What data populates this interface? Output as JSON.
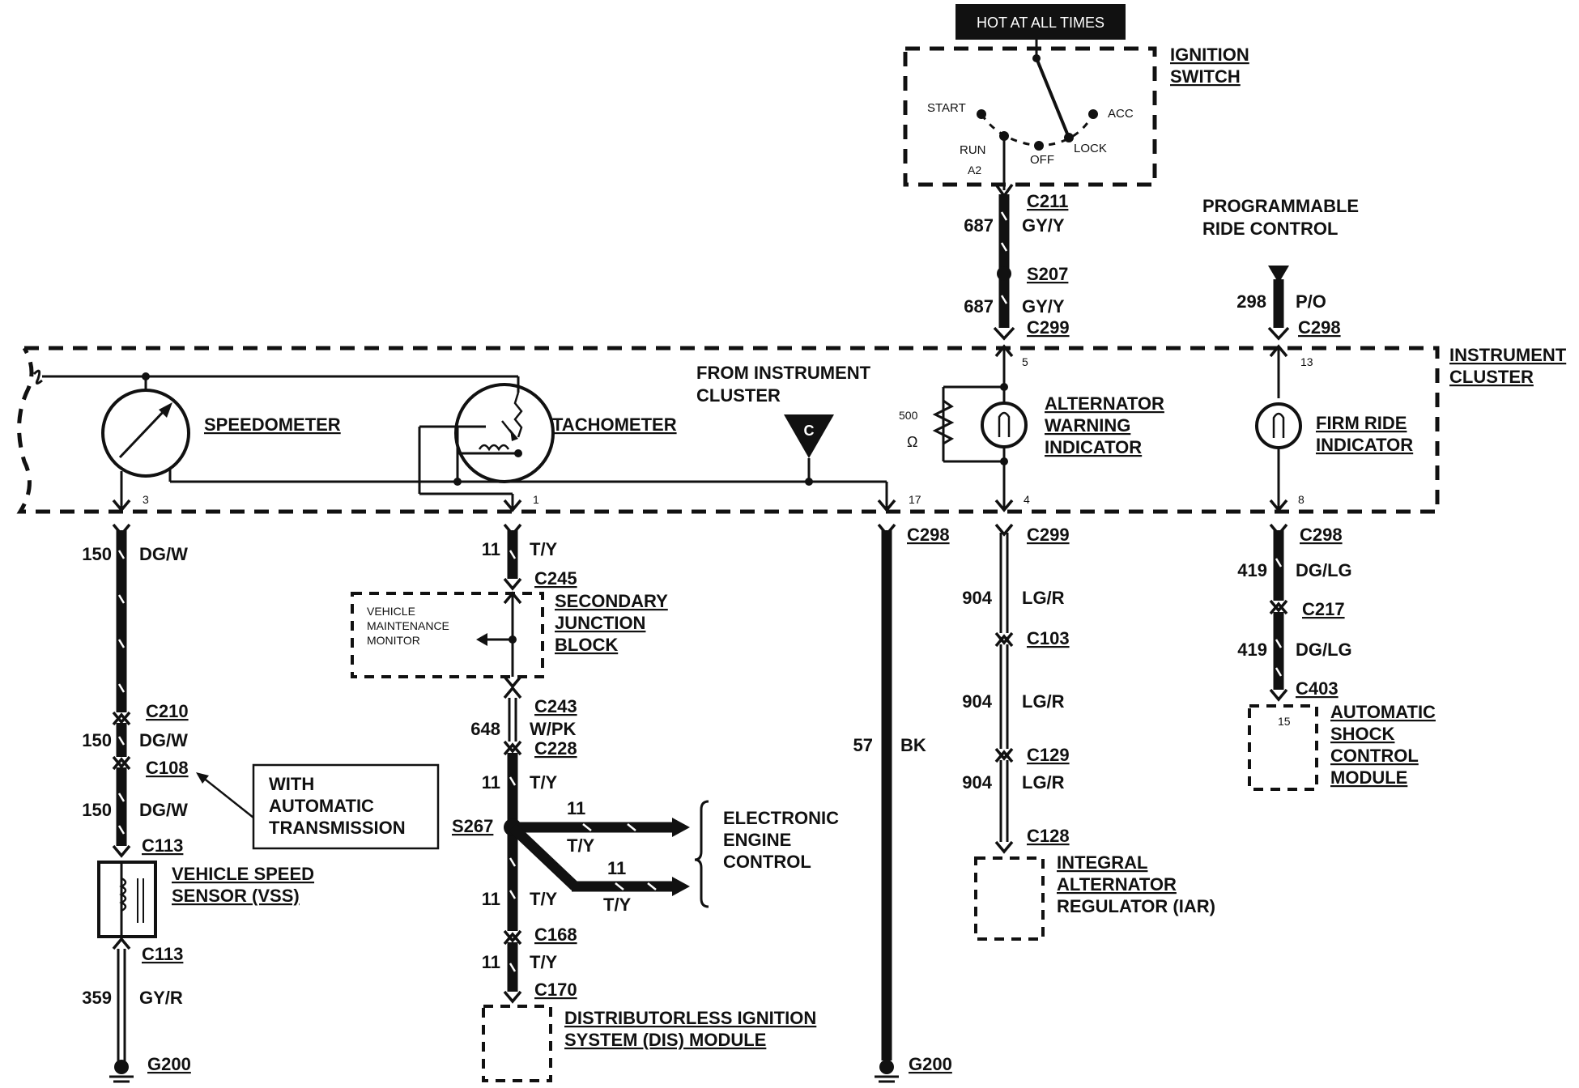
{
  "hot_label": "HOT AT ALL TIMES",
  "ignition": {
    "title1": "IGNITION",
    "title2": "SWITCH",
    "start": "START",
    "acc": "ACC",
    "run": "RUN",
    "off": "OFF",
    "lock": "LOCK",
    "run_sub": "A2"
  },
  "prog_ride": {
    "line1": "PROGRAMMABLE",
    "line2": "RIDE CONTROL"
  },
  "cluster": {
    "line1": "INSTRUMENT",
    "line2": "CLUSTER"
  },
  "from_cluster": {
    "line1": "FROM INSTRUMENT",
    "line2": "CLUSTER",
    "marker": "C"
  },
  "gauges": {
    "speedometer": "SPEEDOMETER",
    "tachometer": "TACHOMETER"
  },
  "alternator": {
    "line1": "ALTERNATOR",
    "line2": "WARNING",
    "line3": "INDICATOR",
    "res_value": "500",
    "res_unit": "Ω"
  },
  "firm_ride": {
    "line1": "FIRM RIDE",
    "line2": "INDICATOR"
  },
  "pins": {
    "p3": "3",
    "p1": "1",
    "p17": "17",
    "p4": "4",
    "p8": "8",
    "p5": "5",
    "p13": "13",
    "p15": "15"
  },
  "connectors": {
    "c211": "C211",
    "s207": "S207",
    "c299_top": "C299",
    "c298_top": "C298",
    "c298_bk": "C298",
    "c299_bot": "C299",
    "c298_bot": "C298",
    "c245": "C245",
    "c243": "C243",
    "c228": "C228",
    "s267": "S267",
    "c168": "C168",
    "c170": "C170",
    "c210": "C210",
    "c108": "C108",
    "c113_top": "C113",
    "c113_bot": "C113",
    "c103": "C103",
    "c129": "C129",
    "c128": "C128",
    "c217": "C217",
    "c403": "C403",
    "g200_left": "G200",
    "g200_right": "G200"
  },
  "wires": {
    "w687a": "687",
    "w687a_color": "GY/Y",
    "w687b": "687",
    "w687b_color": "GY/Y",
    "w298": "298",
    "w298_color": "P/O",
    "w150a": "150",
    "w150a_color": "DG/W",
    "w150b": "150",
    "w150b_color": "DG/W",
    "w150c": "150",
    "w150c_color": "DG/W",
    "w359": "359",
    "w359_color": "GY/R",
    "w11a": "11",
    "w11a_color": "T/Y",
    "w648": "648",
    "w648_color": "W/PK",
    "w11b": "11",
    "w11b_color": "T/Y",
    "w11c": "11",
    "w11c_color": "T/Y",
    "w11d": "11",
    "w11d_color": "T/Y",
    "w11e": "11",
    "w11e_color": "T/Y",
    "w11f": "11",
    "w11f_color": "T/Y",
    "w57": "57",
    "w57_color": "BK",
    "w904a": "904",
    "w904a_color": "LG/R",
    "w904b": "904",
    "w904b_color": "LG/R",
    "w904c": "904",
    "w904c_color": "LG/R",
    "w419a": "419",
    "w419a_color": "DG/LG",
    "w419b": "419",
    "w419b_color": "DG/LG"
  },
  "sjb": {
    "line1": "SECONDARY",
    "line2": "JUNCTION",
    "line3": "BLOCK",
    "vmm1": "VEHICLE",
    "vmm2": "MAINTENANCE",
    "vmm3": "MONITOR"
  },
  "auto_trans": {
    "line1": "WITH",
    "line2": "AUTOMATIC",
    "line3": "TRANSMISSION"
  },
  "vss": {
    "line1": "VEHICLE SPEED",
    "line2": "SENSOR (VSS)"
  },
  "eec": {
    "line1": "ELECTRONIC",
    "line2": "ENGINE",
    "line3": "CONTROL"
  },
  "dis": {
    "line1": "DISTRIBUTORLESS IGNITION",
    "line2": "SYSTEM (DIS) MODULE"
  },
  "iar": {
    "line1": "INTEGRAL",
    "line2": "ALTERNATOR",
    "line3": "REGULATOR (IAR)"
  },
  "ascm": {
    "line1": "AUTOMATIC",
    "line2": "SHOCK",
    "line3": "CONTROL",
    "line4": "MODULE"
  }
}
